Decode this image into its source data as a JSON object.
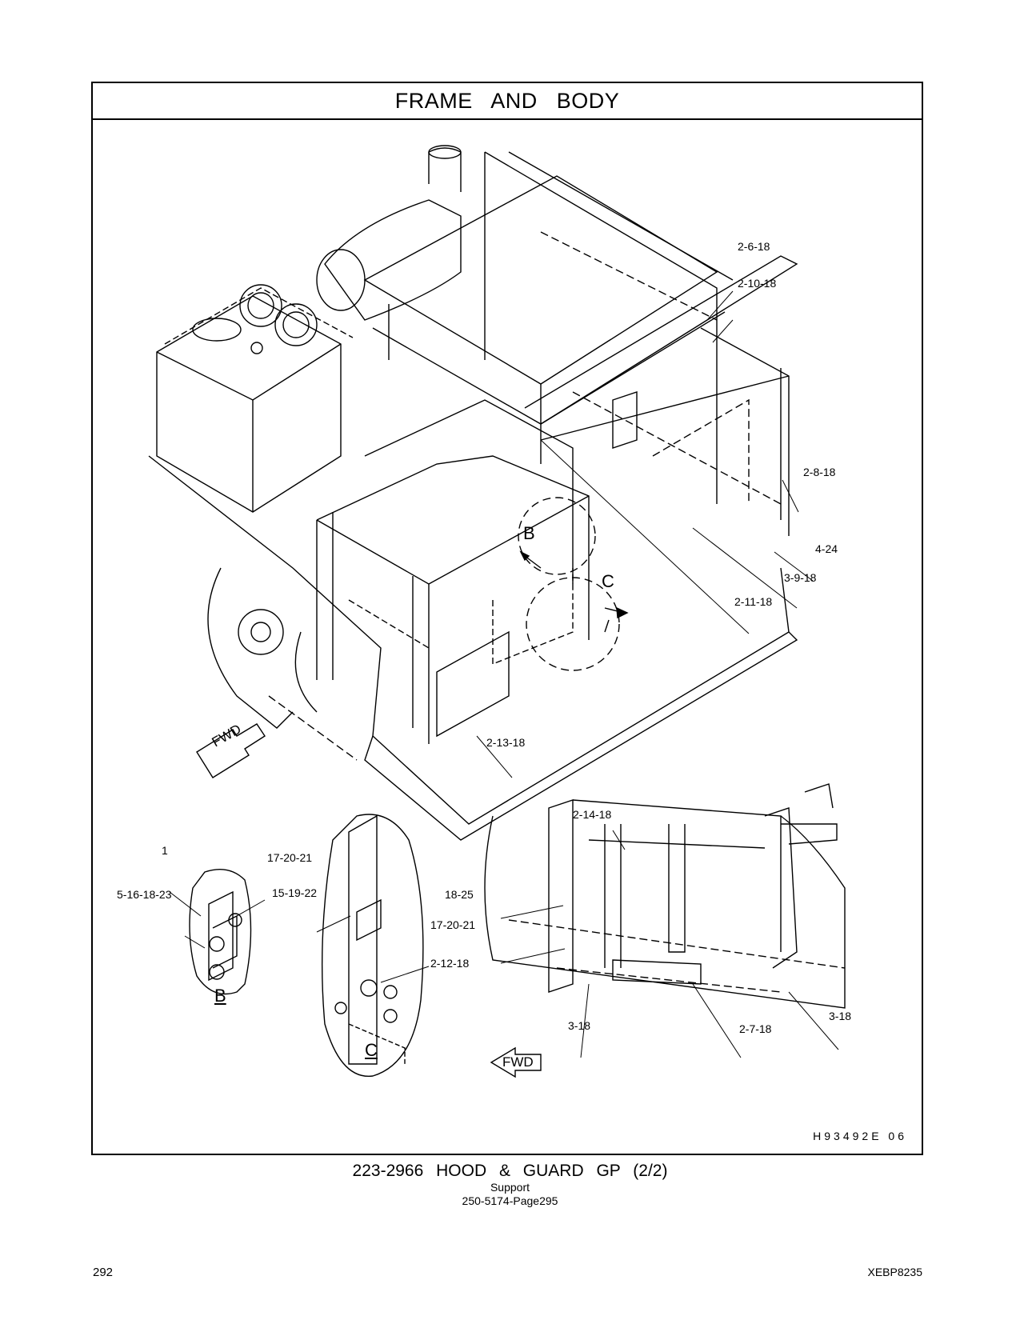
{
  "section_title": "FRAME AND BODY",
  "callouts": {
    "main": [
      "2-6-18",
      "2-10-18",
      "2-8-18",
      "4-24",
      "3-9-18",
      "2-11-18",
      "2-13-18"
    ],
    "view_b": [
      "1",
      "17-20-21",
      "5-16-18-23"
    ],
    "view_c": [
      "15-19-22",
      "17-20-21"
    ],
    "detail": [
      "2-14-18",
      "18-25",
      "2-12-18",
      "3-18",
      "2-7-18",
      "3-18"
    ]
  },
  "view_markers": {
    "b": "B",
    "c": "C"
  },
  "view_labels": {
    "b": "B",
    "c": "C"
  },
  "fwd_label": "FWD",
  "drawing_id": "H93492E 06",
  "caption": {
    "title": "223-2966 HOOD & GUARD GP (2/2)",
    "subtitle": "Support",
    "reference": "250-5174-Page295"
  },
  "footer": {
    "page_number": "292",
    "doc_code": "XEBP8235"
  }
}
